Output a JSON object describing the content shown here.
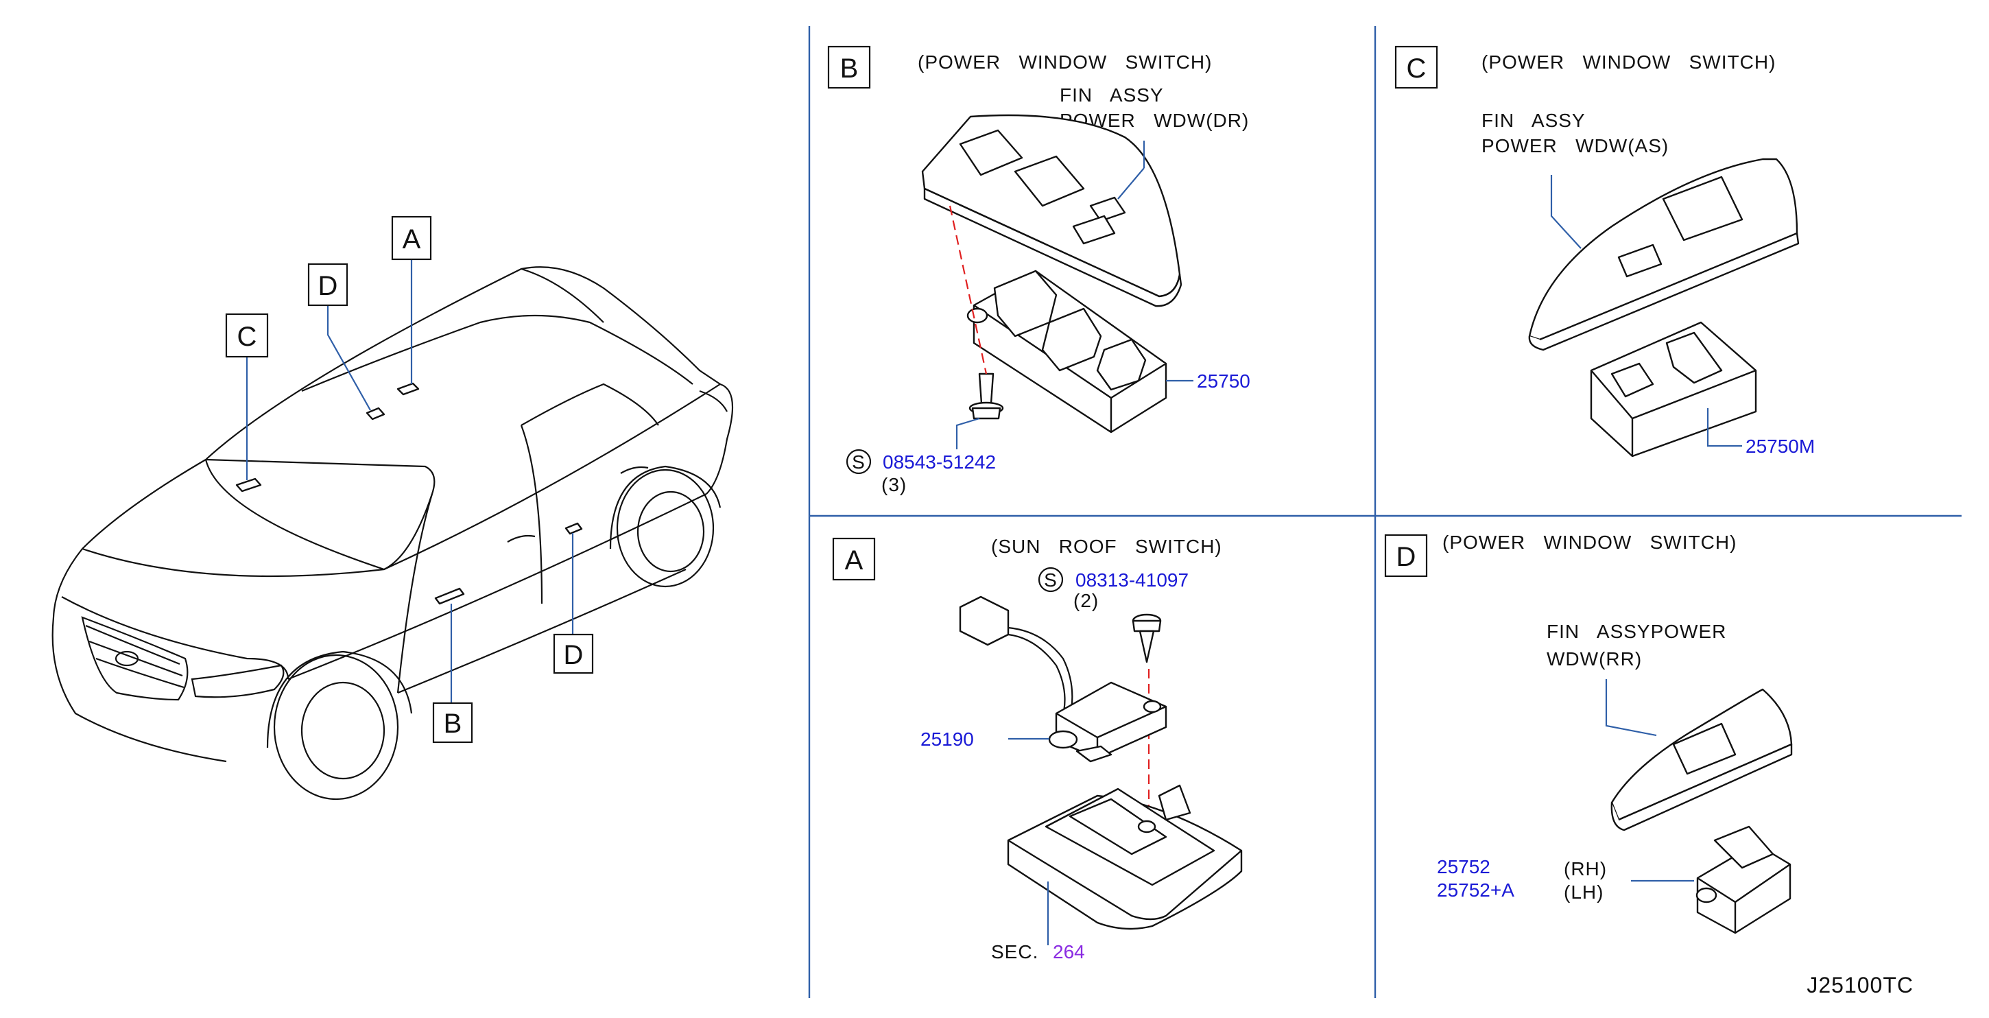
{
  "drawing_code": "J25100TC",
  "car": {
    "callouts": [
      "A",
      "D",
      "C",
      "D",
      "B"
    ]
  },
  "panel_b": {
    "letter": "B",
    "title": "(POWER   WINDOW   SWITCH)",
    "fin_line1": "FIN   ASSY",
    "fin_line2": "POWER   WDW(DR)",
    "part_switch": "25750",
    "screw_symbol": "S",
    "part_screw": "08543-51242",
    "screw_qty": "(3)"
  },
  "panel_c": {
    "letter": "C",
    "title": "(POWER   WINDOW   SWITCH)",
    "fin_line1": "FIN   ASSY",
    "fin_line2": "POWER   WDW(AS)",
    "part_switch": "25750M"
  },
  "panel_a": {
    "letter": "A",
    "title": "(SUN   ROOF   SWITCH)",
    "screw_symbol": "S",
    "part_screw": "08313-41097",
    "screw_qty": "(2)",
    "part_switch": "25190",
    "sec_label": "SEC.",
    "sec_number": "264"
  },
  "panel_d": {
    "letter": "D",
    "title": "(POWER   WINDOW   SWITCH)",
    "fin_line1": "FIN   ASSYPOWER",
    "fin_line2": "WDW(RR)",
    "part_rh": "25752",
    "part_lh": "25752+A",
    "side_rh": "(RH)",
    "side_lh": "(LH)"
  }
}
